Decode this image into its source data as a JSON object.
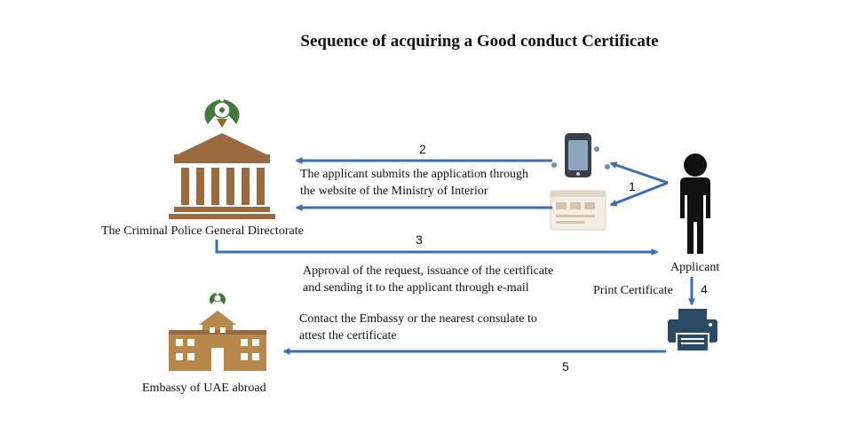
{
  "title": "Sequence of acquiring a Good conduct Certificate",
  "nodes": {
    "directorate": {
      "label": "The Criminal Police General Directorate",
      "icon": "government-building-icon"
    },
    "applicant": {
      "label": "Applicant",
      "icon": "person-icon"
    },
    "printer": {
      "label": "Print Certificate",
      "icon": "printer-icon"
    },
    "embassy": {
      "label": "Embassy of UAE abroad",
      "icon": "embassy-building-icon"
    },
    "devices": {
      "icon": "smartphone-and-browser-icon"
    }
  },
  "steps": [
    {
      "number": "1"
    },
    {
      "number": "2",
      "text": [
        "The applicant submits the application through",
        "the website  of the Ministry of Interior"
      ]
    },
    {
      "number": "3",
      "text": [
        "Approval of the request, issuance of the certificate",
        "and sending it to the applicant through e-mail"
      ]
    },
    {
      "number": "4"
    },
    {
      "number": "5",
      "text": [
        "Contact the Embassy or the nearest consulate  to",
        "attest the certificate"
      ]
    }
  ],
  "colors": {
    "arrow": "#3a6fb5",
    "building": "#9a6a3e",
    "emblem": "#3f7a3a",
    "person": "#111111",
    "printer": "#2b4a66"
  }
}
